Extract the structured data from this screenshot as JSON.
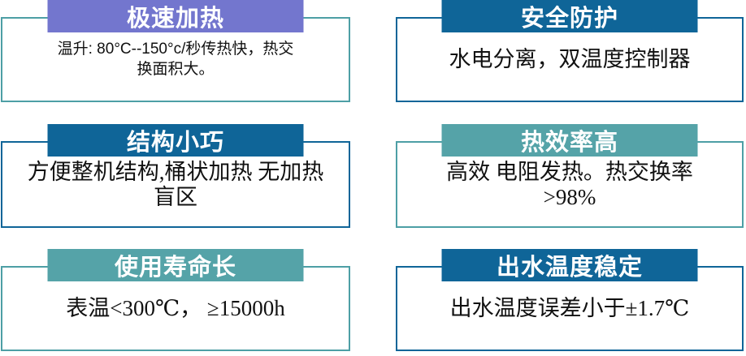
{
  "colors": {
    "purple": "#7376CE",
    "blue": "#0F6598",
    "teal": "#55A3A8",
    "teal_border": "#4D9FA5",
    "header_text": "#FFFFFF",
    "body_text": "#111111",
    "background": "#FFFFFF"
  },
  "cards": [
    {
      "title": "极速加热",
      "body": "温升: 80°C--150°c/秒传热快，热交\n换面积大。"
    },
    {
      "title": "安全防护",
      "body": "水电分离，双温度控制器"
    },
    {
      "title": "结构小巧",
      "body": "方便整机结构,桶状加热 无加热\n盲区"
    },
    {
      "title": "热效率高",
      "body": "高效 电阻发热。热交换率\n>98%"
    },
    {
      "title": "使用寿命长",
      "body": "表温<300℃， ≥15000h"
    },
    {
      "title": "出水温度稳定",
      "body": "出水温度误差小于±1.7℃"
    }
  ]
}
